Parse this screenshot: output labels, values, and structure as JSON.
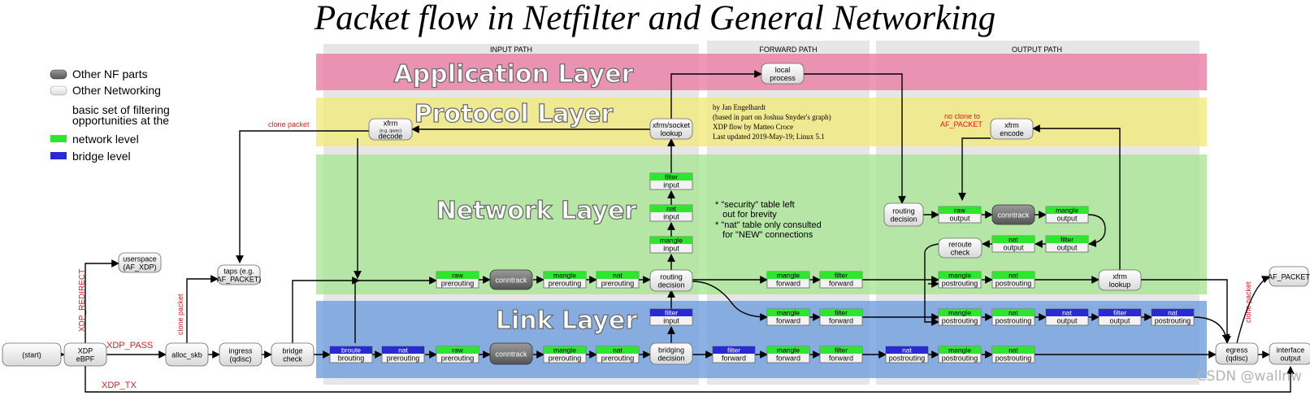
{
  "title": "Packet flow in Netfilter and General Networking",
  "watermark": "CSDN @wallnw",
  "colors": {
    "application_band": "#e97aa2",
    "protocol_band": "#f1ea7c",
    "network_band": "#a7e592",
    "link_band": "#6f9ede",
    "green_tag": "#2ee62e",
    "blue_tag": "#2a2ad4",
    "red_text": "#e01b1b",
    "gray_node": "#6e6e6e"
  },
  "columns": {
    "input": "INPUT PATH",
    "forward": "FORWARD PATH",
    "output": "OUTPUT PATH"
  },
  "layers": {
    "application": "Application Layer",
    "protocol": "Protocol Layer",
    "network": "Network Layer",
    "link": "Link Layer"
  },
  "legend": {
    "nf_parts": "Other NF parts",
    "networking": "Other Networking",
    "basic_1": "basic set of filtering",
    "basic_2": "opportunities at the",
    "network_level": "network level",
    "bridge_level": "bridge level"
  },
  "credits": [
    "by Jan Engelhardt",
    "(based in part on Joshua Snyder's graph)",
    "XDP flow by Matteo Croce",
    "Last updated 2019-May-19; Linux 5.1"
  ],
  "notes": [
    "* \"security\" table left",
    "   out for brevity",
    "* \"nat\" table only consulted",
    "   for \"NEW\" connections"
  ],
  "labels": {
    "clone_packet_top": "clone packet",
    "no_clone_1": "no clone to",
    "no_clone_2": "AF_PACKET",
    "xdp_redirect": "XDP_REDIRECT",
    "xdp_pass": "XDP_PASS",
    "xdp_tx": "XDP_TX",
    "clone_packet_left": "clone packet",
    "clone_packet_right": "clone packet"
  },
  "nodes": {
    "start": "(start)",
    "xdp_1": "XDP",
    "xdp_2": "eBPF",
    "alloc_skb": "alloc_skb",
    "ingress_1": "ingress",
    "ingress_2": "(qdisc)",
    "bridge_check_1": "bridge",
    "bridge_check_2": "check",
    "userspace_1": "userspace",
    "userspace_2": "(AF_XDP)",
    "taps_1": "taps (e.g.",
    "taps_2": "AF_PACKET)",
    "xfrm_decode_1": "xfrm",
    "xfrm_decode_2": "(e.g. ipsec)",
    "xfrm_decode_3": "decode",
    "xfrm_socket_1": "xfrm/socket",
    "xfrm_socket_2": "lookup",
    "local_process_1": "local",
    "local_process_2": "process",
    "routing_decision_1": "routing",
    "routing_decision_2": "decision",
    "bridging_decision_1": "bridging",
    "bridging_decision_2": "decision",
    "out_routing_decision_1": "routing",
    "out_routing_decision_2": "decision",
    "reroute_check_1": "reroute",
    "reroute_check_2": "check",
    "xfrm_encode_1": "xfrm",
    "xfrm_encode_2": "encode",
    "xfrm_lookup_1": "xfrm",
    "xfrm_lookup_2": "lookup",
    "egress_1": "egress",
    "egress_2": "(qdisc)",
    "interface_output_1": "interface",
    "interface_output_2": "output",
    "af_packet": "AF_PACKET",
    "conntrack": "conntrack"
  },
  "tags": {
    "raw": "raw",
    "mangle": "mangle",
    "nat": "nat",
    "filter": "filter",
    "broute": "broute"
  },
  "hooks": {
    "prerouting": "prerouting",
    "input": "input",
    "forward": "forward",
    "output": "output",
    "postrouting": "postrouting",
    "brouting": "brouting"
  }
}
